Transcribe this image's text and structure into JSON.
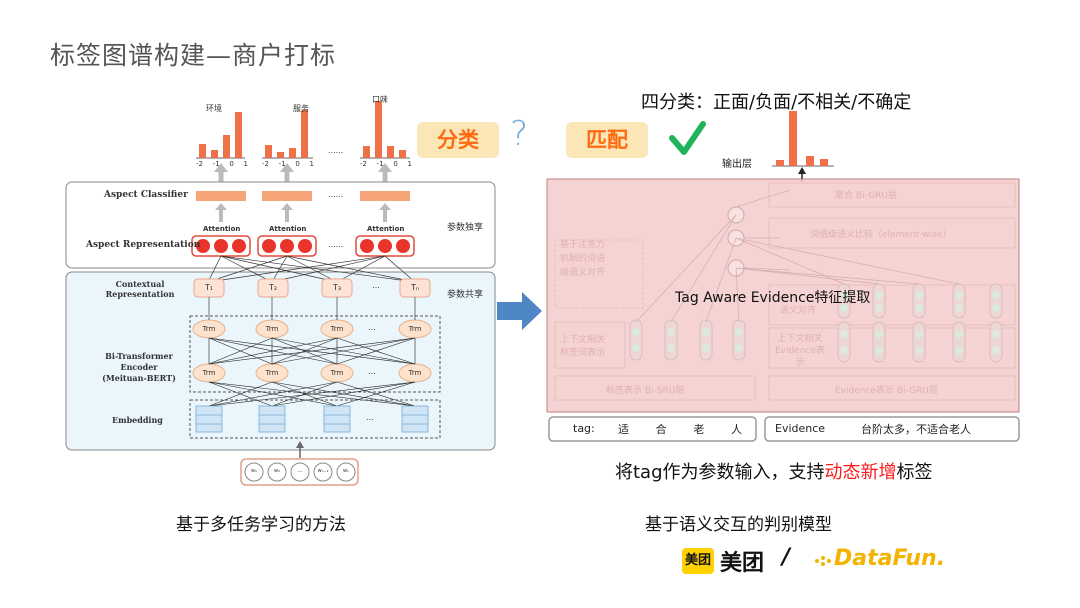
{
  "slide": {
    "title": "标签图谱构建—商户打标"
  },
  "left": {
    "bar_labels": [
      "环境",
      "服务",
      "口味"
    ],
    "ticks": [
      "-2",
      "-1",
      "0",
      "1"
    ],
    "dots": "......",
    "aspect_classifier": "Aspect Classifier",
    "aspect_representation": "Aspect Representation",
    "attention": "Attention",
    "param_private": "参数独享",
    "param_shared": "参数共享",
    "contextual_rep": [
      "Contextual",
      "Representation"
    ],
    "t_tokens": [
      "T₁",
      "T₂",
      "T₃",
      "...",
      "Tₙ"
    ],
    "bi_transformer": [
      "Bi-Transformer",
      "Encoder",
      "(Meituan-BERT)"
    ],
    "trm": "Trm",
    "embedding": "Embedding",
    "inputs": [
      "w₁",
      "w₂",
      "...",
      "wₙ₋₁",
      "wₙ"
    ],
    "caption": "基于多任务学习的方法"
  },
  "middle": {
    "classify_badge": "分类",
    "question_mark": "?",
    "match_badge": "匹配",
    "check_mark": "✓"
  },
  "right": {
    "four_class": "四分类：正面/负面/不相关/不确定",
    "output_layer": "输出层",
    "faded_labels": {
      "aggregate": "聚合 Bi-GRU层",
      "word_compare": "词语级语义比较（element-wise）",
      "attention_align": [
        "基于注意力",
        "机制的词语",
        "级语义对齐"
      ],
      "sem_align": "语义对齐",
      "context_tag": [
        "上下文相关",
        "标签词表示"
      ],
      "context_evidence": [
        "上下文相关",
        "Evidence表",
        "示"
      ],
      "tag_bisru": "标签表示 Bi-SRU层",
      "evidence_bigru": "Evidence表示 Bi-GRU层"
    },
    "overlay_title": "Tag Aware Evidence特征提取",
    "tag_input": {
      "label": "tag:",
      "chars": [
        "适",
        "合",
        "老",
        "人"
      ]
    },
    "evidence_input": {
      "label": "Evidence",
      "text": "台阶太多，不适合老人"
    },
    "caption_prefix": "将tag作为参数输入，支持",
    "caption_highlight": "动态新增",
    "caption_suffix": "标签",
    "caption2": "基于语义交互的判别模型"
  },
  "logos": {
    "meituan_small": "美团",
    "meituan_text": "美团",
    "slash": "/",
    "datafun": "DataFun."
  },
  "colors": {
    "bar": "#ee7148",
    "red_highlight": "#ff1a1a",
    "overlay": "#f3c8c8",
    "arrow_blue": "#4e86c6",
    "check_green": "#1fb35a",
    "question_blue": "#6fa8dc"
  }
}
